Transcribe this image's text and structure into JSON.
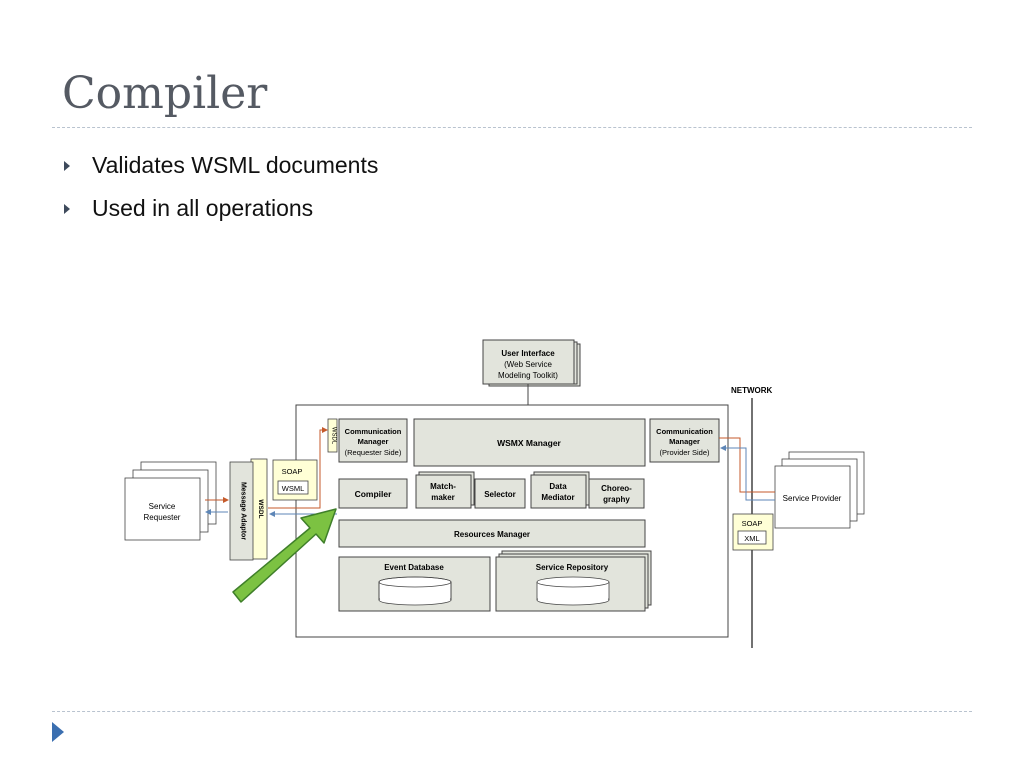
{
  "slide": {
    "title": "Compiler",
    "bullets": [
      "Validates WSML documents",
      "Used in all operations"
    ]
  },
  "diagram": {
    "user_interface": [
      "User Interface",
      "(Web Service",
      "Modeling Toolkit)"
    ],
    "network": "NETWORK",
    "comm_requester": [
      "Communication",
      "Manager",
      "(Requester Side)"
    ],
    "wsmx_manager": "WSMX Manager",
    "comm_provider": [
      "Communication",
      "Manager",
      "(Provider Side)"
    ],
    "compiler": "Compiler",
    "matchmaker": [
      "Match-",
      "maker"
    ],
    "selector": "Selector",
    "data_mediator": [
      "Data",
      "Mediator"
    ],
    "choreography": [
      "Choreo-",
      "graphy"
    ],
    "resources_manager": "Resources Manager",
    "event_database": "Event Database",
    "service_repository": "Service Repository",
    "service_requester": [
      "Service",
      "Requester"
    ],
    "service_provider": "Service Provider",
    "message_adaptor": "Message Adaptor",
    "wsdl": "WSDL",
    "soap_left": "SOAP",
    "wsml": "WSML",
    "soap_right": "SOAP",
    "xml": "XML",
    "colors": {
      "arrow_green": "#7cc242",
      "arrow_green_stroke": "#3f7f2a",
      "box_fill": "#e2e4dc",
      "note_fill": "#ffffd6",
      "arrow_red": "#c55a2b",
      "arrow_blue": "#5d86b7"
    }
  }
}
